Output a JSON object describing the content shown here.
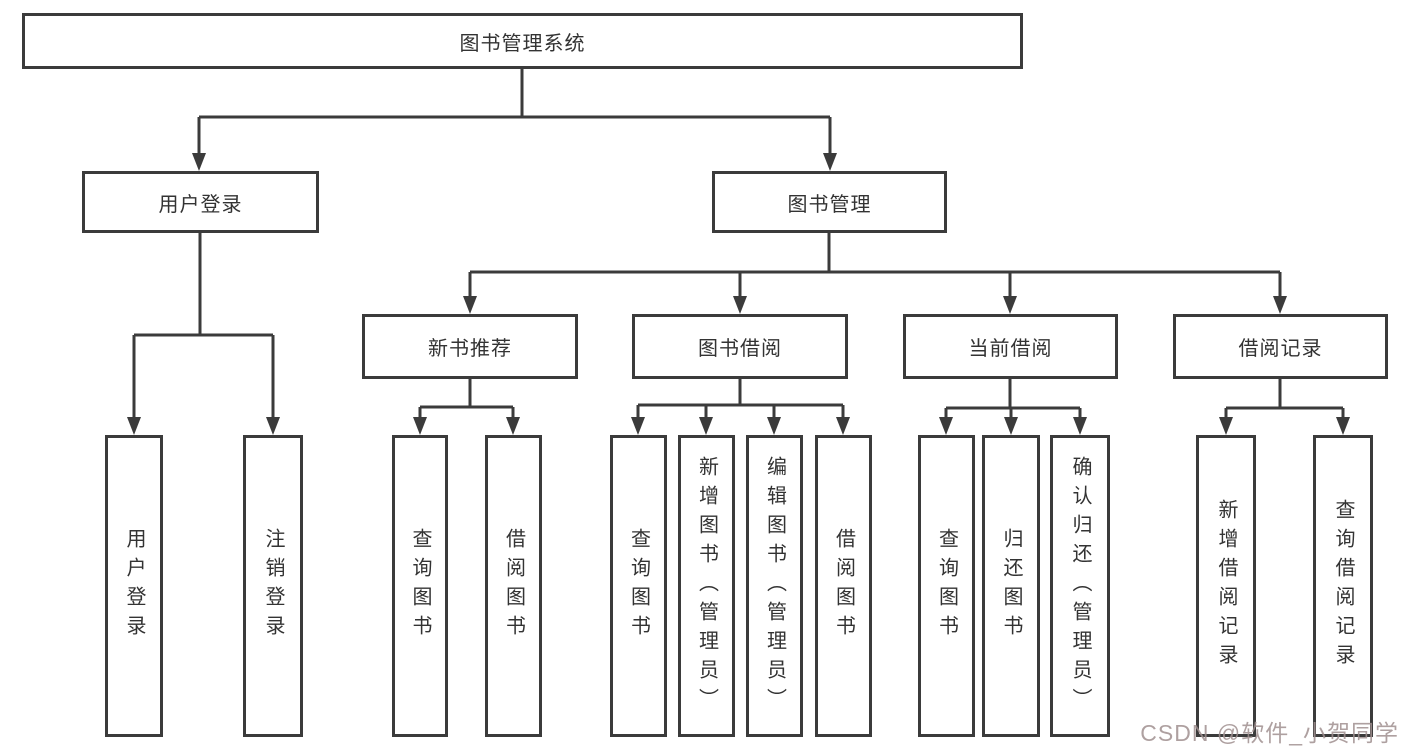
{
  "tree": {
    "root": {
      "label": "图书管理系统"
    },
    "branches": [
      {
        "label": "用户登录",
        "leaves": [
          "用户登录",
          "注销登录"
        ]
      },
      {
        "label": "图书管理",
        "groups": [
          {
            "label": "新书推荐",
            "leaves": [
              "查询图书",
              "借阅图书"
            ]
          },
          {
            "label": "图书借阅",
            "leaves": [
              "查询图书",
              "新增图书（管理员）",
              "编辑图书（管理员）",
              "借阅图书"
            ]
          },
          {
            "label": "当前借阅",
            "leaves": [
              "查询图书",
              "归还图书",
              "确认归还（管理员）"
            ]
          },
          {
            "label": "借阅记录",
            "leaves": [
              "新增借阅记录",
              "查询借阅记录"
            ]
          }
        ]
      }
    ]
  },
  "watermark": {
    "text": "CSDN @软件_小贺同学"
  },
  "colors": {
    "line": "#3b3b3b",
    "text": "#333333",
    "background": "#ffffff",
    "watermark": "#a08f8f"
  }
}
